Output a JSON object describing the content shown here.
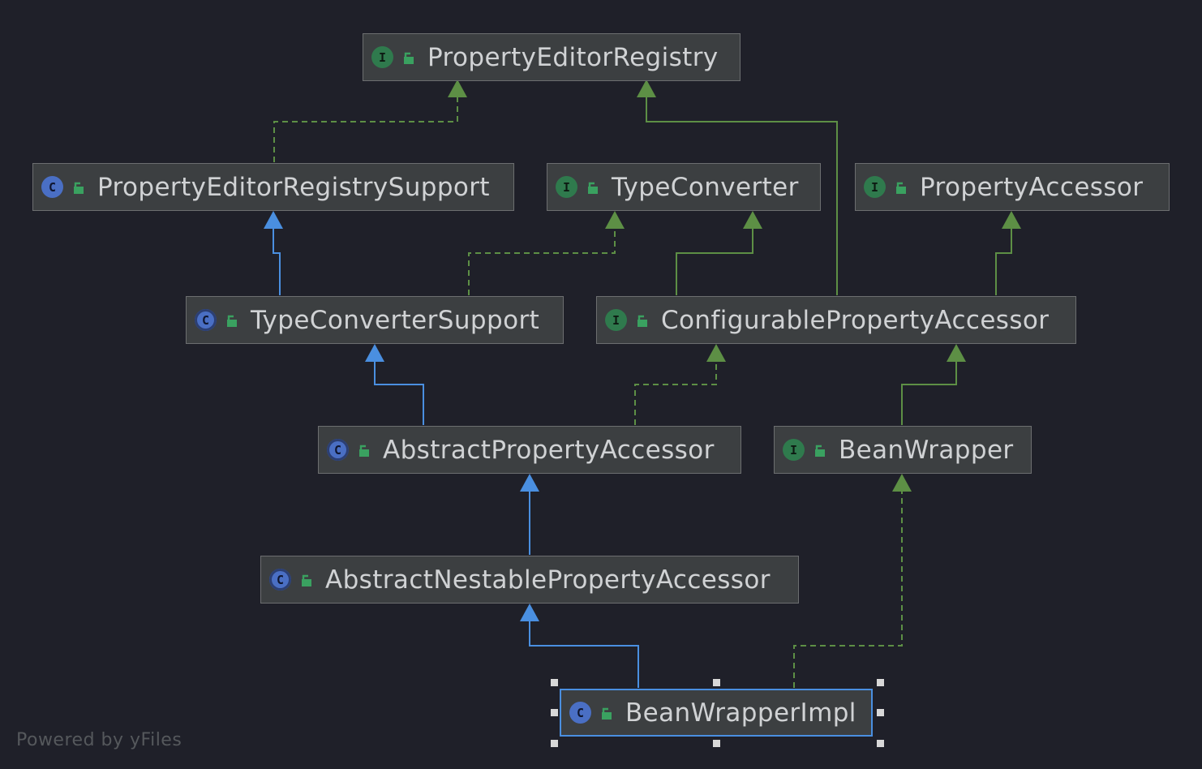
{
  "diagram": {
    "colors": {
      "background": "#1f2029",
      "node_fill": "#3c3f41",
      "interface_edge": "#5d8f45",
      "class_edge": "#4a8fe0"
    },
    "nodes": [
      {
        "id": "n_per",
        "label": "PropertyEditorRegistry",
        "kind": "interface",
        "kind_symbol": "I",
        "icon": "interface-icon"
      },
      {
        "id": "n_pers",
        "label": "PropertyEditorRegistrySupport",
        "kind": "class",
        "kind_symbol": "C",
        "icon": "class-icon"
      },
      {
        "id": "n_tc",
        "label": "TypeConverter",
        "kind": "interface",
        "kind_symbol": "I",
        "icon": "interface-icon"
      },
      {
        "id": "n_pa",
        "label": "PropertyAccessor",
        "kind": "interface",
        "kind_symbol": "I",
        "icon": "interface-icon"
      },
      {
        "id": "n_tcs",
        "label": "TypeConverterSupport",
        "kind": "abstract",
        "kind_symbol": "C",
        "icon": "abstract-class-icon"
      },
      {
        "id": "n_cpa",
        "label": "ConfigurablePropertyAccessor",
        "kind": "interface",
        "kind_symbol": "I",
        "icon": "interface-icon"
      },
      {
        "id": "n_apa",
        "label": "AbstractPropertyAccessor",
        "kind": "abstract",
        "kind_symbol": "C",
        "icon": "abstract-class-icon"
      },
      {
        "id": "n_bw",
        "label": "BeanWrapper",
        "kind": "interface",
        "kind_symbol": "I",
        "icon": "interface-icon"
      },
      {
        "id": "n_anpa",
        "label": "AbstractNestablePropertyAccessor",
        "kind": "abstract",
        "kind_symbol": "C",
        "icon": "abstract-class-icon"
      },
      {
        "id": "n_bwi",
        "label": "BeanWrapperImpl",
        "kind": "class",
        "kind_symbol": "C",
        "icon": "class-icon",
        "selected": true
      }
    ],
    "edges": [
      {
        "from": "n_pers",
        "to": "n_per",
        "relation": "implements"
      },
      {
        "from": "n_cpa",
        "to": "n_per",
        "relation": "extends-interface"
      },
      {
        "from": "n_tcs",
        "to": "n_pers",
        "relation": "extends-class"
      },
      {
        "from": "n_tcs",
        "to": "n_tc",
        "relation": "implements"
      },
      {
        "from": "n_cpa",
        "to": "n_tc",
        "relation": "extends-interface"
      },
      {
        "from": "n_cpa",
        "to": "n_pa",
        "relation": "extends-interface"
      },
      {
        "from": "n_apa",
        "to": "n_tcs",
        "relation": "extends-class"
      },
      {
        "from": "n_apa",
        "to": "n_cpa",
        "relation": "implements"
      },
      {
        "from": "n_bw",
        "to": "n_cpa",
        "relation": "extends-interface"
      },
      {
        "from": "n_anpa",
        "to": "n_apa",
        "relation": "extends-class"
      },
      {
        "from": "n_bwi",
        "to": "n_anpa",
        "relation": "extends-class"
      },
      {
        "from": "n_bwi",
        "to": "n_bw",
        "relation": "implements"
      }
    ]
  },
  "footer": {
    "text": "Powered by yFiles"
  }
}
